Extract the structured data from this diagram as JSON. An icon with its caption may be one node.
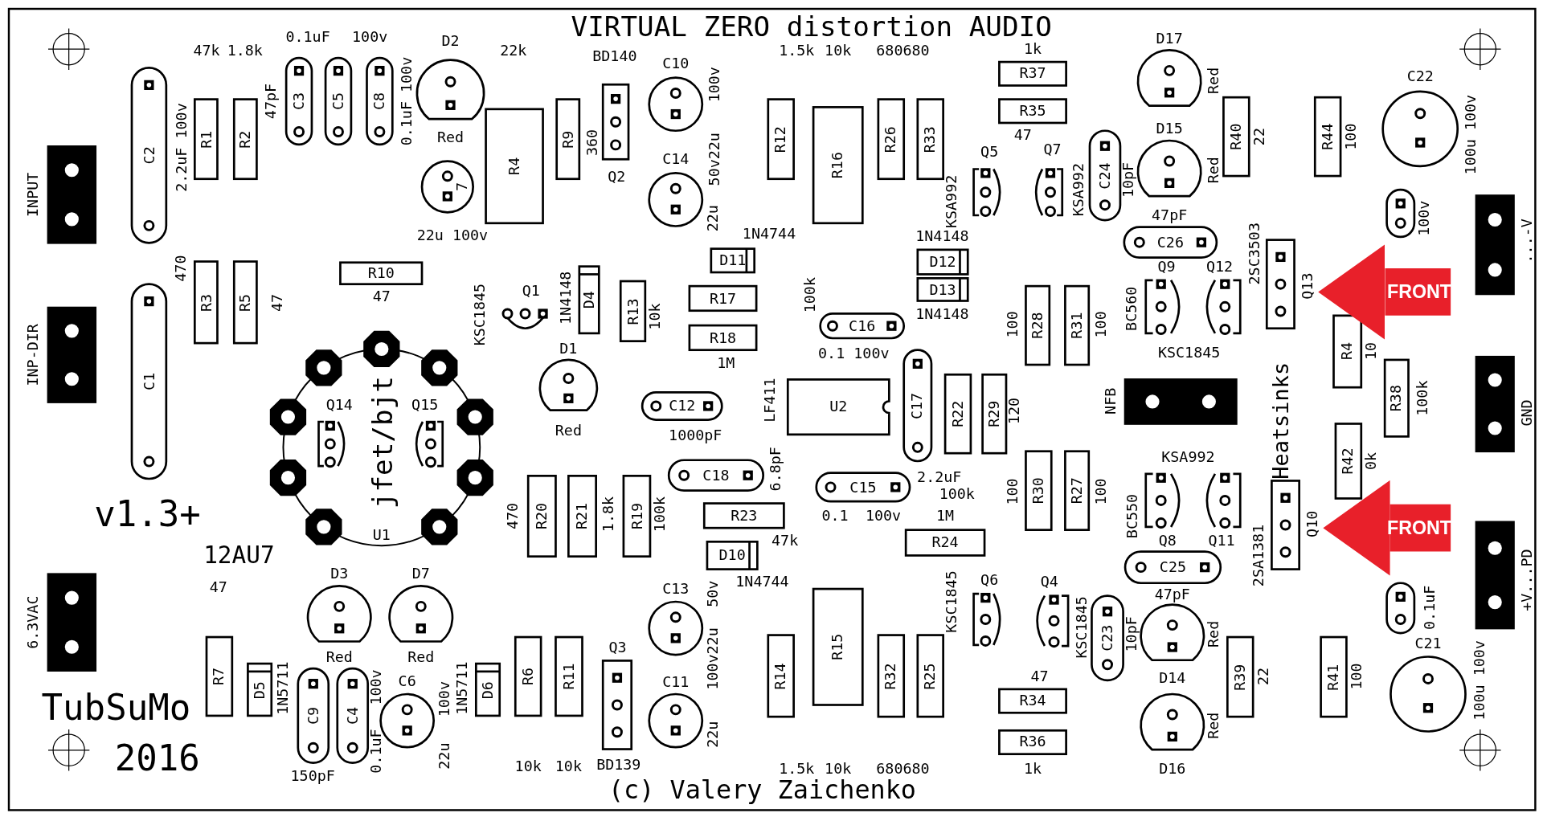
{
  "diagram": {
    "title": "VIRTUAL ZERO distortion AUDIO",
    "caption": "(c) Valery Zaichenko",
    "nodes": [
      {
        "text": [
          "INPUT"
        ]
      },
      {
        "text": [
          "INP-DIR"
        ]
      },
      {
        "text": [
          "6.3VAC"
        ]
      },
      {
        "text": [
          "C2"
        ]
      },
      {
        "text": [
          "C1"
        ]
      },
      {
        "text": [
          "R1"
        ]
      },
      {
        "text": [
          "R2"
        ]
      },
      {
        "text": [
          "R3"
        ]
      },
      {
        "text": [
          "R5"
        ]
      },
      {
        "text": [
          "C3"
        ]
      },
      {
        "text": [
          "C5"
        ]
      },
      {
        "text": [
          "C8"
        ]
      },
      {
        "text": [
          "D2"
        ]
      },
      {
        "text": [
          "7"
        ]
      },
      {
        "text": [
          "R4"
        ]
      },
      {
        "text": [
          "R9"
        ]
      },
      {
        "text": [
          "Q2"
        ]
      },
      {
        "text": [
          "C10"
        ]
      },
      {
        "text": [
          "C14"
        ]
      },
      {
        "text": [
          "R12"
        ]
      },
      {
        "text": [
          "R16"
        ]
      },
      {
        "text": [
          "R26"
        ]
      },
      {
        "text": [
          "R33"
        ]
      },
      {
        "text": [
          "R37"
        ]
      },
      {
        "text": [
          "R35"
        ]
      },
      {
        "text": [
          "Q5"
        ]
      },
      {
        "text": [
          "Q7"
        ]
      },
      {
        "text": [
          "C24"
        ]
      },
      {
        "text": [
          "D17"
        ]
      },
      {
        "text": [
          "D15"
        ]
      },
      {
        "text": [
          "R40"
        ]
      },
      {
        "text": [
          "R44"
        ]
      },
      {
        "text": [
          "C22"
        ]
      },
      {
        "text": [
          "Q1"
        ]
      },
      {
        "text": [
          "D4"
        ]
      },
      {
        "text": [
          "R10"
        ]
      },
      {
        "text": [
          "R13"
        ]
      },
      {
        "text": [
          "D11"
        ]
      },
      {
        "text": [
          "D12"
        ]
      },
      {
        "text": [
          "D13"
        ]
      },
      {
        "text": [
          "C26"
        ]
      },
      {
        "text": [
          "Q9"
        ]
      },
      {
        "text": [
          "Q12"
        ]
      },
      {
        "text": [
          "Q13"
        ]
      },
      {
        "text": [],
        "shape": "oval"
      },
      {
        "text": [
          "...-V"
        ]
      },
      {
        "text": [
          "R4"
        ]
      },
      {
        "text": [
          "C16"
        ]
      },
      {
        "text": [
          "D1"
        ]
      },
      {
        "text": [
          "C12"
        ]
      },
      {
        "text": [
          "R17"
        ]
      },
      {
        "text": [
          "R18"
        ]
      },
      {
        "text": [
          "U2"
        ]
      },
      {
        "text": [
          "C17"
        ]
      },
      {
        "text": [
          "R28"
        ]
      },
      {
        "text": [
          "R31"
        ]
      },
      {
        "text": [
          "NFB"
        ]
      },
      {
        "text": [
          "R22"
        ]
      },
      {
        "text": [
          "R29"
        ]
      },
      {
        "text": [
          "R38"
        ]
      },
      {
        "text": [
          "GND"
        ]
      },
      {
        "text": [
          "U1"
        ]
      },
      {
        "text": [
          "Q14"
        ],
        "in": 61
      },
      {
        "text": [
          "Q15"
        ],
        "in": 61
      },
      {
        "text": [
          "C18"
        ]
      },
      {
        "text": [
          "C15"
        ]
      },
      {
        "text": [
          "R20"
        ]
      },
      {
        "text": [
          "R21"
        ]
      },
      {
        "text": [
          "R19"
        ]
      },
      {
        "text": [
          "R23"
        ]
      },
      {
        "text": [
          "D10"
        ]
      },
      {
        "text": [
          "R24"
        ]
      },
      {
        "text": [
          "R30"
        ]
      },
      {
        "text": [
          "R27"
        ]
      },
      {
        "text": [
          "Q8"
        ]
      },
      {
        "text": [
          "Q11"
        ]
      },
      {
        "text": [
          "C25"
        ]
      },
      {
        "text": [
          "Q10"
        ]
      },
      {
        "text": [
          "R42"
        ]
      },
      {
        "text": [],
        "shape": "oval"
      },
      {
        "text": [
          "+V...PD"
        ]
      },
      {
        "text": [
          "Q6"
        ]
      },
      {
        "text": [
          "Q4"
        ]
      },
      {
        "text": [
          "C23"
        ]
      },
      {
        "text": [
          "D14"
        ]
      },
      {
        "text": [
          "D16"
        ]
      },
      {
        "text": [
          "R39"
        ]
      },
      {
        "text": [
          "R41"
        ]
      },
      {
        "text": [
          "C21"
        ]
      },
      {
        "text": [
          "R34"
        ]
      },
      {
        "text": [
          "R36"
        ]
      },
      {
        "text": [
          "R14"
        ]
      },
      {
        "text": [
          "R15"
        ]
      },
      {
        "text": [
          "R32"
        ]
      },
      {
        "text": [
          "R25"
        ]
      },
      {
        "text": [
          "C13"
        ]
      },
      {
        "text": [
          "C11"
        ]
      },
      {
        "text": [
          "Q3"
        ]
      },
      {
        "text": [
          "R6"
        ]
      },
      {
        "text": [
          "R11"
        ]
      },
      {
        "text": [
          "D3"
        ]
      },
      {
        "text": [
          "D7"
        ]
      },
      {
        "text": [
          "R7"
        ]
      },
      {
        "text": [
          "D5"
        ]
      },
      {
        "text": [
          "C9"
        ]
      },
      {
        "text": [
          "C4"
        ]
      },
      {
        "text": [
          "C6"
        ]
      },
      {
        "text": [
          "D6"
        ]
      }
    ],
    "edges": [
      {
        "from": null,
        "to": 43,
        "arrow": "to",
        "label": "FRONT",
        "color": "#e8202a"
      },
      {
        "from": null,
        "to": 77,
        "arrow": "to",
        "label": "FRONT",
        "color": "#e8202a"
      }
    ],
    "labels": [
      "47k",
      "1.8k",
      "0.1uF",
      "100v",
      "22k",
      "BD140",
      "1.5k",
      "10k",
      "680680",
      "1k",
      "2.2uF 100v",
      "47pF",
      "0.1uF 100v",
      "Red",
      "360",
      "100v",
      "50v22u",
      "47",
      "KSA992",
      "KSA992",
      "Red",
      "Red",
      "22",
      "100",
      "100u 100v",
      "10pF",
      "22u 100v",
      "22u",
      "1N4744",
      "1N4148",
      "47pF",
      "470",
      "47",
      "2SC3503",
      "100v",
      "47",
      "KSC1845",
      "1N4148",
      "10k",
      "100k",
      "1N4148",
      "100",
      "100",
      "BC560",
      "10",
      "1M",
      "0.1 100v",
      "KSC1845",
      "jfet/bjt",
      "Red",
      "1000pF",
      "LF411",
      "120",
      "100k",
      "Heatsinks",
      "v1.3+",
      "470",
      "1.8k",
      "100k",
      "6.8pF",
      "2.2uF",
      "100k",
      "KSA992",
      "100",
      "100",
      "BC550",
      "0k",
      "12AU7",
      "47k",
      "0.1",
      "100v",
      "1M",
      "2SA1381",
      "1N4744",
      "47pF",
      "0.1uF",
      "47",
      "Red",
      "Red",
      "KSC1845",
      "KSC1845",
      "50v",
      "100v22u",
      "10pF",
      "Red",
      "22",
      "100",
      "100u 100v",
      "47",
      "1N5711",
      "100v",
      "100v",
      "1N5711",
      "TubSuMo",
      "0.1uF",
      "22u",
      "22u",
      "Red",
      "2016",
      "10k",
      "10k",
      "BD139",
      "1.5k",
      "10k",
      "680680",
      "1k",
      "150pF"
    ]
  }
}
